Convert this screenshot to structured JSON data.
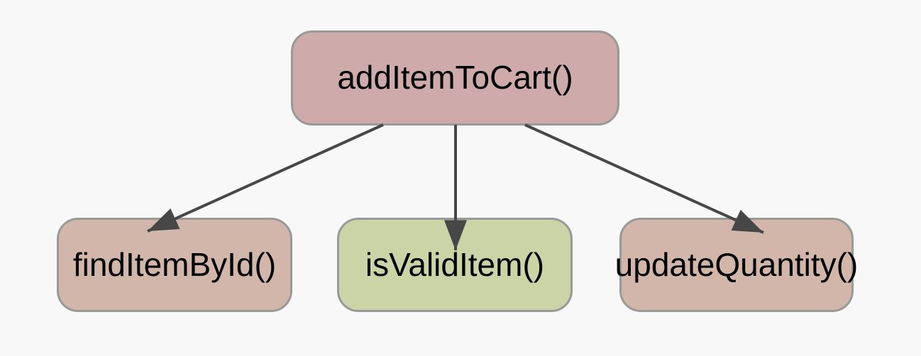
{
  "diagram": {
    "type": "flowchart",
    "direction": "top-down",
    "background_color": "#f8f8f8",
    "edge_color": "#474747",
    "node_border_color": "#999999",
    "text_color": "#000000",
    "nodes": [
      {
        "id": "root",
        "label": "addItemToCart()",
        "fill": "#cfaaaa"
      },
      {
        "id": "find",
        "label": "findItemById()",
        "fill": "#d2b6aa"
      },
      {
        "id": "valid",
        "label": "isValidItem()",
        "fill": "#cbd4a7"
      },
      {
        "id": "update",
        "label": "updateQuantity()",
        "fill": "#d2b6aa"
      }
    ],
    "edges": [
      {
        "from": "root",
        "to": "find"
      },
      {
        "from": "root",
        "to": "valid"
      },
      {
        "from": "root",
        "to": "update"
      }
    ]
  }
}
